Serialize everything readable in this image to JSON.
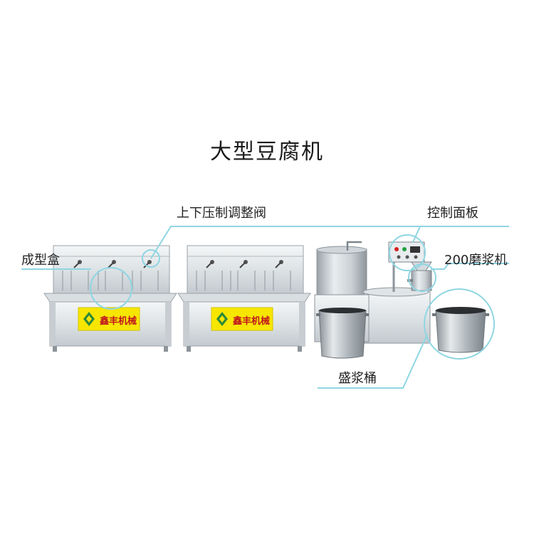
{
  "title": "大型豆腐机",
  "labels": {
    "pressure_valve": "上下压制调整阀",
    "forming_box": "成型盒",
    "control_panel": "控制面板",
    "grinder": "200磨浆机",
    "slurry_bucket": "盛浆桶"
  },
  "brand": "鑫丰机械",
  "colors": {
    "callout": "#8fd6e3",
    "banner": "#f7e600",
    "brand_text": "#c0171f",
    "steel_light": "#eceff1",
    "steel_mid": "#b9c0c6",
    "steel_dark": "#7d868d"
  }
}
